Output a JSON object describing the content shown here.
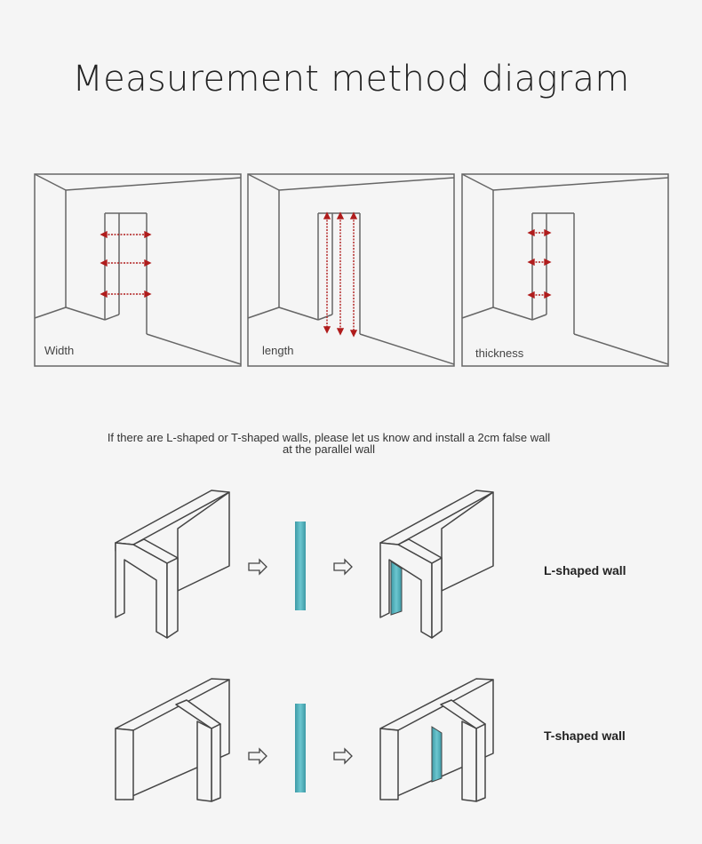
{
  "title": "Measurement method diagram",
  "panels": [
    {
      "label": "Width"
    },
    {
      "label": "length"
    },
    {
      "label": "thickness"
    }
  ],
  "note": "If there are L-shaped or T-shaped walls, please let us know and install a 2cm false wall at the parallel wall",
  "walls": [
    {
      "label": "L-shaped wall"
    },
    {
      "label": "T-shaped wall"
    }
  ],
  "colors": {
    "arrow": "#b01c1c",
    "false_wall": "#5bb8c2",
    "line": "#666666"
  }
}
